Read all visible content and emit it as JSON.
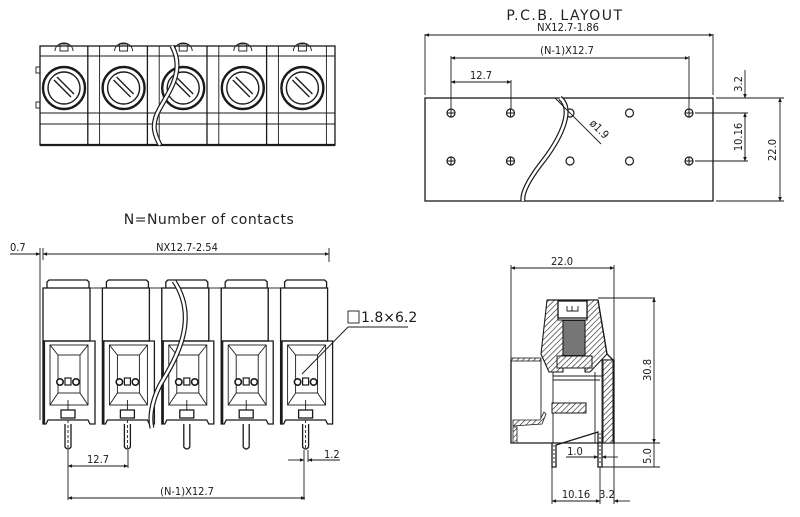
{
  "drawing": {
    "pcb_layout": {
      "title": "P.C.B. LAYOUT",
      "overall_width_label": "NX12.7-1.86",
      "span_label": "(N-1)X12.7",
      "pitch_label": "12.7",
      "hole_diameter_label": "ø1.9",
      "top_offset_label": "3.2",
      "row_spacing_label": "10.16",
      "height_label": "22.0",
      "holes_per_row": 5,
      "rows": 2
    },
    "front_view": {
      "note": "N=Number of contacts",
      "edge_offset_label": "0.7",
      "overall_width_label": "NX12.7-2.54",
      "wire_entry_label": "1.8×6.2",
      "pitch_label": "12.7",
      "pin_width_label": "1.2",
      "span_label": "(N-1)X12.7",
      "contact_count": 5
    },
    "top_view": {
      "contact_count": 5
    },
    "side_view": {
      "depth_label": "22.0",
      "height_label": "30.8",
      "pin_offset_label": "1.0",
      "pin_length_label": "5.0",
      "row_spacing_label": "10.16",
      "edge_offset_label": "3.2"
    }
  }
}
